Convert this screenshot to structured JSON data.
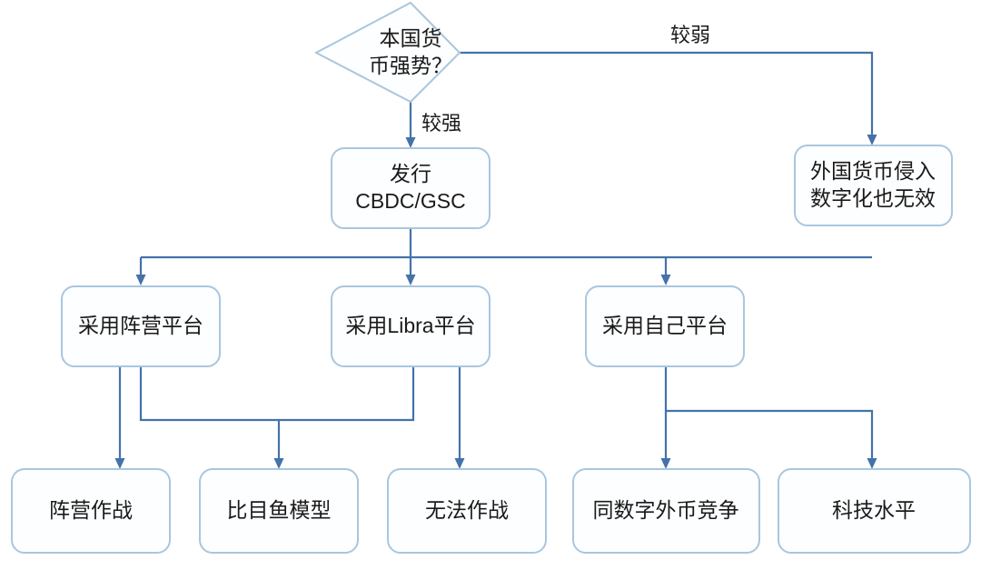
{
  "diagram": {
    "type": "flowchart",
    "orientation": "top-down",
    "colors": {
      "node_border": "#a9c6de",
      "node_fill": "#fdfeff",
      "edge": "#4472aa",
      "text": "#1a1a1a",
      "background": "#ffffff"
    },
    "nodes": [
      {
        "id": "decision",
        "shape": "diamond",
        "line1": "本国货",
        "line2": "币强势？"
      },
      {
        "id": "issue",
        "shape": "rounded-rect",
        "line1": "发行",
        "line2": "CBDC/GSC"
      },
      {
        "id": "foreign-invasion",
        "shape": "rounded-rect",
        "line1": "外国货币侵入",
        "line2": "数字化也无效"
      },
      {
        "id": "camp-platform",
        "shape": "rounded-rect",
        "line1": "采用阵营平台"
      },
      {
        "id": "libra-platform",
        "shape": "rounded-rect",
        "line1": "采用Libra平台"
      },
      {
        "id": "own-platform",
        "shape": "rounded-rect",
        "line1": "采用自己平台"
      },
      {
        "id": "camp-battle",
        "shape": "rounded-rect",
        "line1": "阵营作战"
      },
      {
        "id": "flounder-model",
        "shape": "rounded-rect",
        "line1": "比目鱼模型"
      },
      {
        "id": "cannot-battle",
        "shape": "rounded-rect",
        "line1": "无法作战"
      },
      {
        "id": "compete-foreign-digital",
        "shape": "rounded-rect",
        "line1": "同数字外币竞争"
      },
      {
        "id": "tech-level",
        "shape": "rounded-rect",
        "line1": "科技水平"
      }
    ],
    "edge_labels": {
      "weak": "较弱",
      "strong": "较强"
    },
    "edges": [
      {
        "from": "decision",
        "to": "foreign-invasion",
        "label": "较弱"
      },
      {
        "from": "decision",
        "to": "issue",
        "label": "较强"
      },
      {
        "from": "issue",
        "to": "camp-platform",
        "label": ""
      },
      {
        "from": "issue",
        "to": "libra-platform",
        "label": ""
      },
      {
        "from": "issue",
        "to": "own-platform",
        "label": ""
      },
      {
        "from": "camp-platform",
        "to": "camp-battle",
        "label": ""
      },
      {
        "from": "camp-platform",
        "to": "flounder-model",
        "label": ""
      },
      {
        "from": "libra-platform",
        "to": "flounder-model",
        "label": ""
      },
      {
        "from": "libra-platform",
        "to": "cannot-battle",
        "label": ""
      },
      {
        "from": "own-platform",
        "to": "compete-foreign-digital",
        "label": ""
      },
      {
        "from": "own-platform",
        "to": "tech-level",
        "label": ""
      }
    ]
  }
}
